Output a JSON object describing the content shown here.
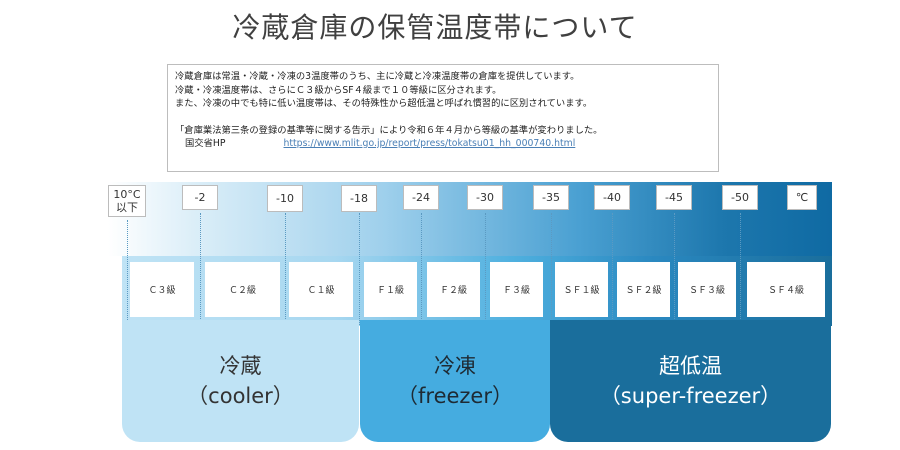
{
  "title": "冷蔵倉庫の保管温度帯について",
  "info": {
    "line1": "冷蔵倉庫は常温・冷蔵・冷凍の3温度帯のうち、主に冷蔵と冷凍温度帯の倉庫を提供しています。",
    "line2": "冷蔵・冷凍温度帯は、さらにＣ３級からSF４級まで１０等級に区分されます。",
    "line3": "また、冷凍の中でも特に低い温度帯は、その特殊性から超低温と呼ばれ慣習的に区別されています。",
    "notice": "「倉庫業法第三条の登録の基準等に関する告示」により令和６年４月から等級の基準が変わりました。",
    "source_label": "国交省HP",
    "source_url": "https://www.mlit.go.jp/report/press/tokatsu01_hh_000740.html"
  },
  "scale": {
    "first_top": "10°C",
    "first_bottom": "以下",
    "ticks": [
      "-2",
      "-10",
      "-18",
      "-24",
      "-30",
      "-35",
      "-40",
      "-45",
      "-50"
    ],
    "unit": "℃"
  },
  "grades": [
    "Ｃ３級",
    "Ｃ２級",
    "Ｃ１級",
    "Ｆ１級",
    "Ｆ２級",
    "Ｆ３級",
    "ＳＦ１級",
    "ＳＦ２級",
    "ＳＦ３級",
    "ＳＦ４級"
  ],
  "zones": [
    {
      "name": "冷蔵",
      "en": "（cooler）",
      "color": "#bfe3f5",
      "text_color": "#333333"
    },
    {
      "name": "冷凍",
      "en": "（freezer）",
      "color": "#45ace0",
      "text_color": "#1e2a33"
    },
    {
      "name": "超低温",
      "en": "（super-freezer）",
      "color": "#1a6e9c",
      "text_color": "#ffffff"
    }
  ]
}
